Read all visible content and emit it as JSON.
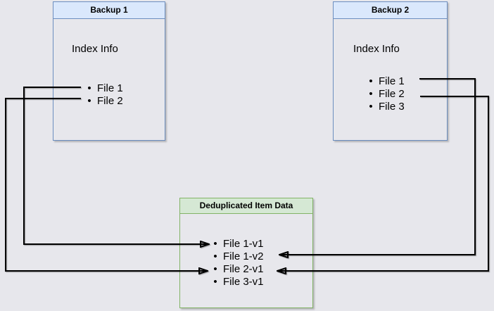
{
  "boxes": {
    "backup1": {
      "title": "Backup 1",
      "section_label": "Index Info",
      "files": [
        "File 1",
        "File 2"
      ]
    },
    "backup2": {
      "title": "Backup 2",
      "section_label": "Index Info",
      "files": [
        "File 1",
        "File 2",
        "File 3"
      ]
    },
    "dedup": {
      "title": "Deduplicated Item Data",
      "items": [
        "File 1-v1",
        "File 1-v2",
        "File 2-v1",
        "File 3-v1"
      ]
    }
  },
  "connections": [
    {
      "from": "Backup 1 / File 1",
      "to": "Deduplicated Item Data / File 1-v1"
    },
    {
      "from": "Backup 1 / File 2",
      "to": "Deduplicated Item Data / File 2-v1"
    },
    {
      "from": "Backup 2 / File 1",
      "to": "Deduplicated Item Data / File 1-v2"
    },
    {
      "from": "Backup 2 / File 2",
      "to": "Deduplicated Item Data / File 2-v1"
    }
  ],
  "colors": {
    "background": "#e7e7ec",
    "backup_box_header_fill": "#dae8fc",
    "backup_box_border": "#6c8ebf",
    "dedup_box_header_fill": "#d5e8d4",
    "dedup_box_border": "#82b366",
    "arrow": "#000000",
    "text": "#000000"
  }
}
